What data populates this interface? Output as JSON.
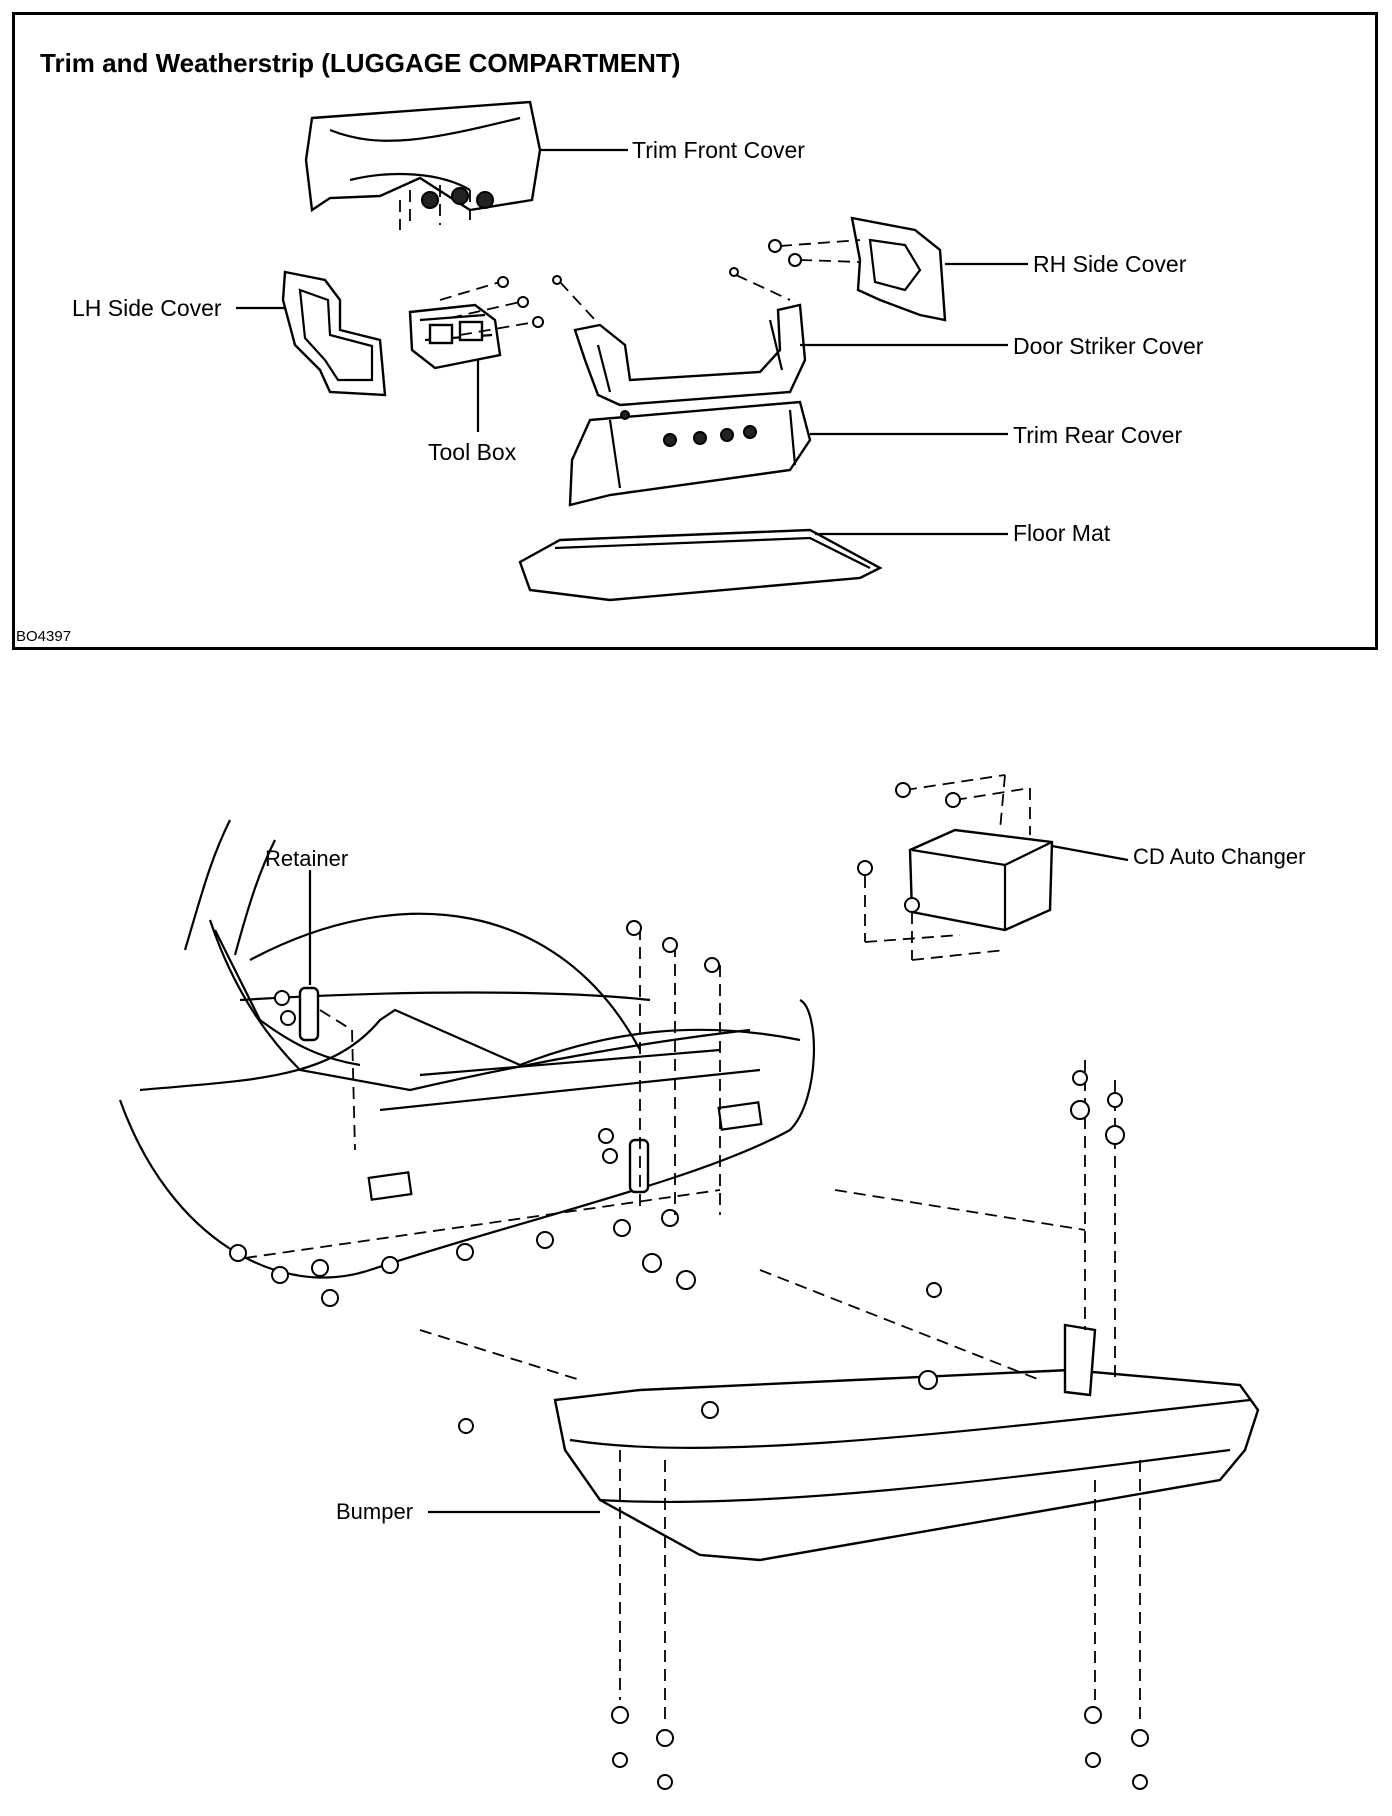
{
  "top_panel": {
    "title": "Trim and Weatherstrip (LUGGAGE COMPARTMENT)",
    "figure_code": "BO4397",
    "labels": {
      "trim_front_cover": "Trim Front Cover",
      "rh_side_cover": "RH Side Cover",
      "lh_side_cover": "LH Side Cover",
      "door_striker_cover": "Door Striker Cover",
      "tool_box": "Tool Box",
      "trim_rear_cover": "Trim Rear Cover",
      "floor_mat": "Floor Mat"
    }
  },
  "bottom_panel": {
    "labels": {
      "retainer": "Retainer",
      "cd_auto_changer": "CD Auto Changer",
      "bumper": "Bumper"
    }
  }
}
